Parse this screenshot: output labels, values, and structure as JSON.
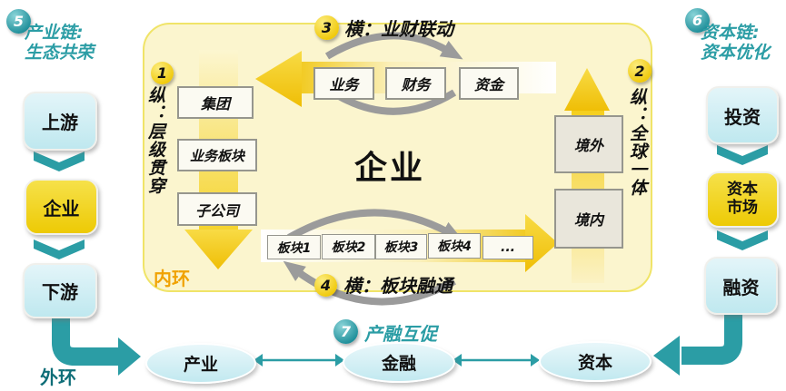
{
  "colors": {
    "teal": "#2B9DA5",
    "dark_teal": "#0F6E78",
    "light_blue": "#C9EBF2",
    "gold": "#F2C90F",
    "panel_bg": "#FBF5CE",
    "cycle_gray": "#9B9B9B",
    "inner_ring_label_color": "#F0A202"
  },
  "industry_chain": {
    "badge": "5",
    "title_line1": "产业链:",
    "title_line2": "生态共荣",
    "nodes": [
      "上游",
      "企业",
      "下游"
    ]
  },
  "capital_chain": {
    "badge": "6",
    "title_line1": "资本链:",
    "title_line2": "资本优化",
    "nodes": [
      "投资",
      "资本市场",
      "融资"
    ]
  },
  "enterprise_panel": {
    "center_label": "企业",
    "inner_ring_label": "内环",
    "horizontal_top": {
      "badge": "3",
      "label": "横：业财联动",
      "boxes": [
        "业务",
        "财务",
        "资金"
      ]
    },
    "horizontal_bottom": {
      "badge": "4",
      "label": "横：板块融通",
      "boxes": [
        "板块1",
        "板块2",
        "板块3",
        "板块4",
        "..."
      ]
    },
    "vertical_left": {
      "badge": "1",
      "label": "纵：层级贯穿",
      "boxes": [
        "集团",
        "业务板块",
        "子公司"
      ]
    },
    "vertical_right": {
      "badge": "2",
      "label": "纵：全球一体",
      "boxes": [
        "境外",
        "境内"
      ]
    }
  },
  "outer_ring": {
    "badge": "7",
    "label": "产融互促",
    "ring_label": "外环",
    "nodes": [
      "产业",
      "金融",
      "资本"
    ]
  }
}
